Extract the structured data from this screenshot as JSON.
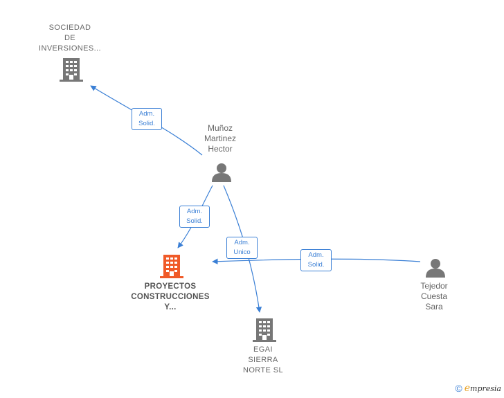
{
  "nodes": {
    "sociedad": {
      "lines": [
        "SOCIEDAD",
        "DE",
        "INVERSIONES..."
      ],
      "type": "company"
    },
    "munoz": {
      "lines": [
        "Muñoz",
        "Martinez",
        "Hector"
      ],
      "type": "person"
    },
    "proyectos": {
      "lines": [
        "PROYECTOS",
        "CONSTRUCCIONES",
        "Y..."
      ],
      "type": "company-main"
    },
    "egai": {
      "lines": [
        "EGAI",
        "SIERRA",
        "NORTE SL"
      ],
      "type": "company"
    },
    "tejedor": {
      "lines": [
        "Tejedor",
        "Cuesta",
        "Sara"
      ],
      "type": "person"
    }
  },
  "edges": [
    {
      "from": "Muñoz Martinez Hector",
      "to": "SOCIEDAD DE INVERSIONES...",
      "label": [
        "Adm.",
        "Solid."
      ]
    },
    {
      "from": "Muñoz Martinez Hector",
      "to": "PROYECTOS CONSTRUCCIONES Y...",
      "label": [
        "Adm.",
        "Solid."
      ]
    },
    {
      "from": "Muñoz Martinez Hector",
      "to": "EGAI SIERRA NORTE SL",
      "label": [
        "Adm.",
        "Unico"
      ]
    },
    {
      "from": "Tejedor Cuesta Sara",
      "to": "PROYECTOS CONSTRUCCIONES Y...",
      "label": [
        "Adm.",
        "Solid."
      ]
    }
  ],
  "colors": {
    "edge": "#3a7fd5",
    "icon_gray": "#777777",
    "icon_main": "#f05a28"
  },
  "footer": {
    "copyright_symbol": "©",
    "brand_first": "e",
    "brand_rest": "mpresia"
  }
}
